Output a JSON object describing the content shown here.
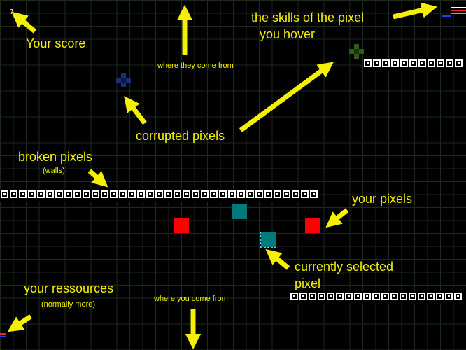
{
  "hud": {
    "score": "7",
    "skill_bar_colors": [
      "#ffffff",
      "#ff2020",
      "#20ff20",
      "#2040ff"
    ],
    "resource_bar_colors": [
      "#ff2020",
      "#2040ff"
    ]
  },
  "labels": {
    "your_score": "Your score",
    "where_they_come_from": "where they come from",
    "skills_line1": "the skills of the pixel",
    "skills_line2": "you hover",
    "corrupted_pixels": "corrupted pixels",
    "broken_pixels": "broken pixels",
    "walls": "(walls)",
    "your_pixels": "your pixels",
    "currently_selected_line1": "currently selected",
    "currently_selected_line2": "pixel",
    "your_resources": "your ressources",
    "normally_more": "(normally more)",
    "where_you_come_from": "where you come from"
  },
  "colors": {
    "annotation": "#f4f000",
    "player_red": "#ff0000",
    "player_teal": "#007a7a",
    "corrupted_blue": "#1a2f7a",
    "corrupted_green": "#2f5a18",
    "wall": "#ffffff",
    "grid": "#1c2a1c"
  }
}
